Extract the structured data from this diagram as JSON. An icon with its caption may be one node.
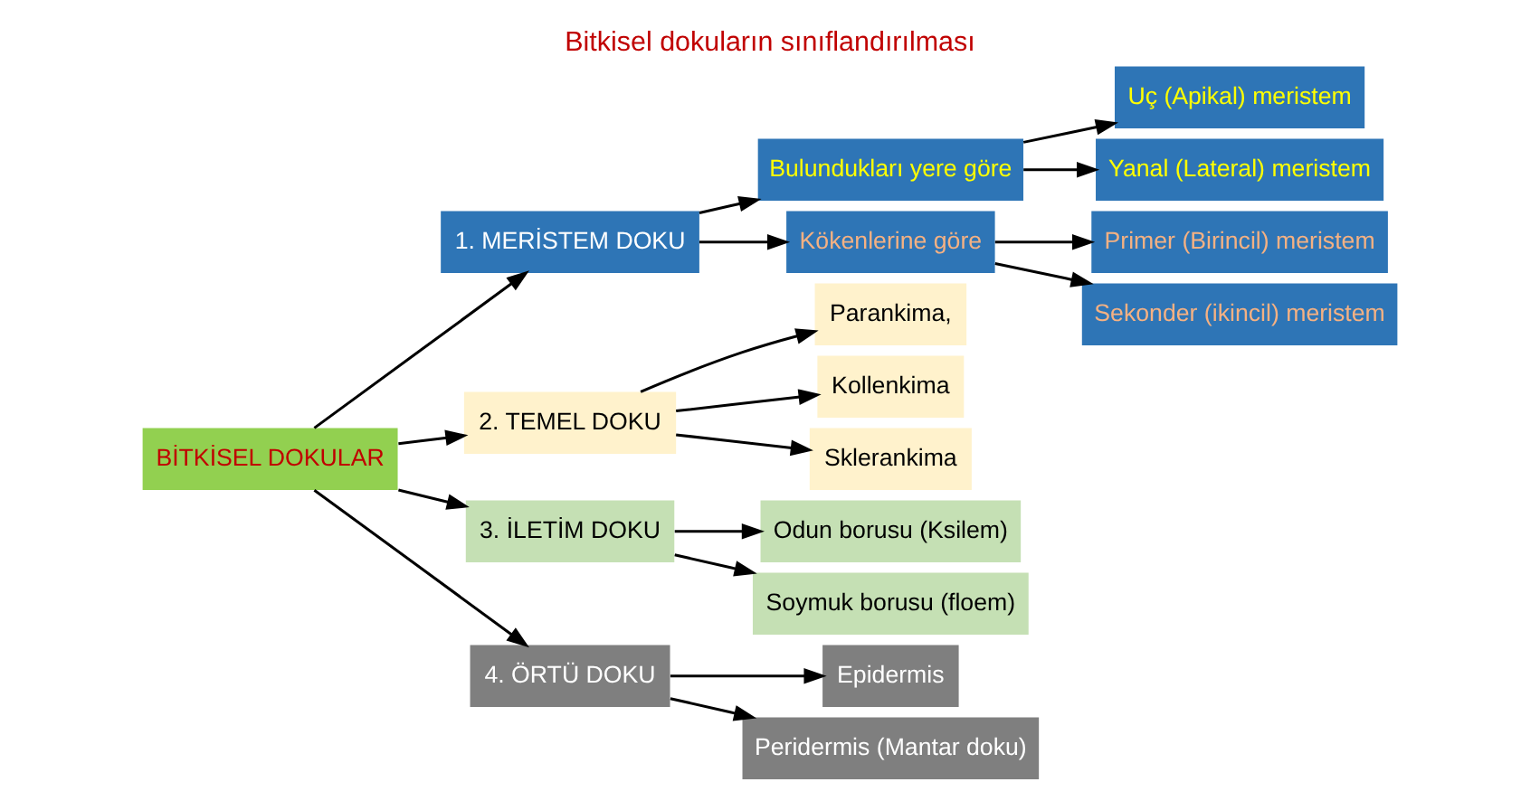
{
  "diagram": {
    "title": "Bitkisel dokuların sınıflandırılması",
    "nodes": [
      {
        "text": [
          "BİTKİSEL DOKULAR"
        ]
      },
      {
        "text": [
          "1. MERİSTEM DOKU"
        ]
      },
      {
        "text": [
          "Bulundukları yere göre"
        ]
      },
      {
        "text": [
          "Uç (Apikal) meristem"
        ]
      },
      {
        "text": [
          "Yanal (Lateral) meristem"
        ]
      },
      {
        "text": [
          "Kökenlerine göre"
        ]
      },
      {
        "text": [
          "Primer (Birincil) meristem"
        ]
      },
      {
        "text": [
          "Sekonder (ikincil) meristem"
        ]
      },
      {
        "text": [
          "2. TEMEL DOKU"
        ]
      },
      {
        "text": [
          "Parankima,"
        ]
      },
      {
        "text": [
          "Kollenkima"
        ]
      },
      {
        "text": [
          "Sklerankima"
        ]
      },
      {
        "text": [
          "3. İLETİM DOKU"
        ]
      },
      {
        "text": [
          "Odun borusu (Ksilem)"
        ]
      },
      {
        "text": [
          "Soymuk borusu (floem)"
        ]
      },
      {
        "text": [
          "4. ÖRTÜ DOKU"
        ]
      },
      {
        "text": [
          "Epidermis"
        ]
      },
      {
        "text": [
          "Peridermis (Mantar doku)"
        ]
      }
    ],
    "edges": [
      {
        "from": 0,
        "to": 1,
        "arrow": "to"
      },
      {
        "from": 1,
        "to": 2,
        "arrow": "to"
      },
      {
        "from": 1,
        "to": 5,
        "arrow": "to"
      },
      {
        "from": 2,
        "to": 3,
        "arrow": "to"
      },
      {
        "from": 2,
        "to": 4,
        "arrow": "to"
      },
      {
        "from": 5,
        "to": 6,
        "arrow": "to"
      },
      {
        "from": 5,
        "to": 7,
        "arrow": "to"
      },
      {
        "from": 0,
        "to": 8,
        "arrow": "to"
      },
      {
        "from": 8,
        "to": 9,
        "arrow": "to"
      },
      {
        "from": 8,
        "to": 10,
        "arrow": "to"
      },
      {
        "from": 8,
        "to": 11,
        "arrow": "to"
      },
      {
        "from": 0,
        "to": 12,
        "arrow": "to"
      },
      {
        "from": 12,
        "to": 13,
        "arrow": "to"
      },
      {
        "from": 12,
        "to": 14,
        "arrow": "to"
      },
      {
        "from": 0,
        "to": 15,
        "arrow": "to"
      },
      {
        "from": 15,
        "to": 16,
        "arrow": "to"
      },
      {
        "from": 15,
        "to": 17,
        "arrow": "to"
      }
    ]
  }
}
